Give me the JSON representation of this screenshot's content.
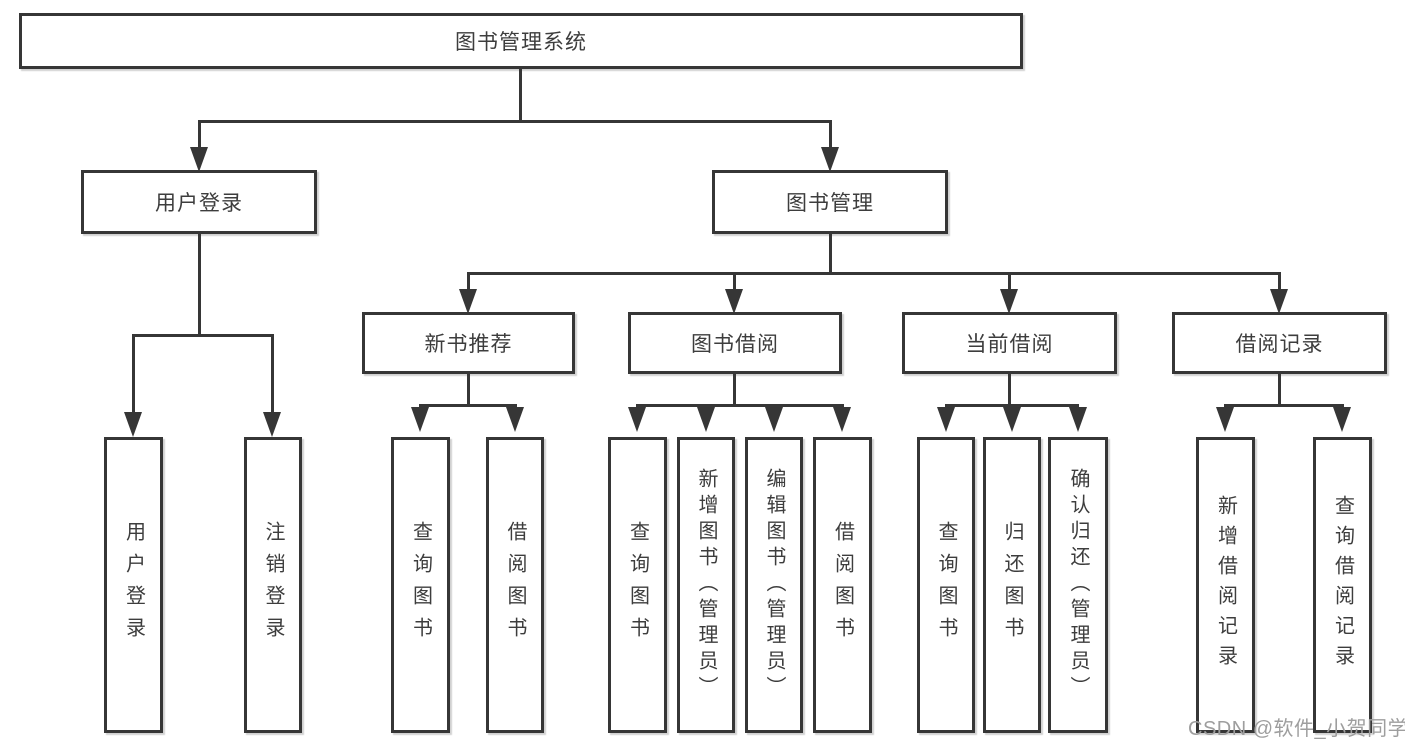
{
  "diagram": {
    "root": {
      "label": "图书管理系统"
    },
    "level2": [
      {
        "label": "用户登录"
      },
      {
        "label": "图书管理"
      }
    ],
    "level3": [
      {
        "label": "新书推荐"
      },
      {
        "label": "图书借阅"
      },
      {
        "label": "当前借阅"
      },
      {
        "label": "借阅记录"
      }
    ],
    "leaves": {
      "user_login": [
        {
          "label": "用户登录"
        },
        {
          "label": "注销登录"
        }
      ],
      "new_book": [
        {
          "label": "查询图书"
        },
        {
          "label": "借阅图书"
        }
      ],
      "book_borrow": [
        {
          "label": "查询图书"
        },
        {
          "label": "新增图书（管理员）"
        },
        {
          "label": "编辑图书（管理员）"
        },
        {
          "label": "借阅图书"
        }
      ],
      "current_borrow": [
        {
          "label": "查询图书"
        },
        {
          "label": "归还图书"
        },
        {
          "label": "确认归还（管理员）"
        }
      ],
      "borrow_record": [
        {
          "label": "新增借阅记录"
        },
        {
          "label": "查询借阅记录"
        }
      ]
    },
    "watermark": "CSDN @软件_小贺同学",
    "colors": {
      "line": "#363636",
      "text": "#3d3d3d",
      "watermark": "#9e9e9e",
      "background": "#ffffff"
    }
  }
}
